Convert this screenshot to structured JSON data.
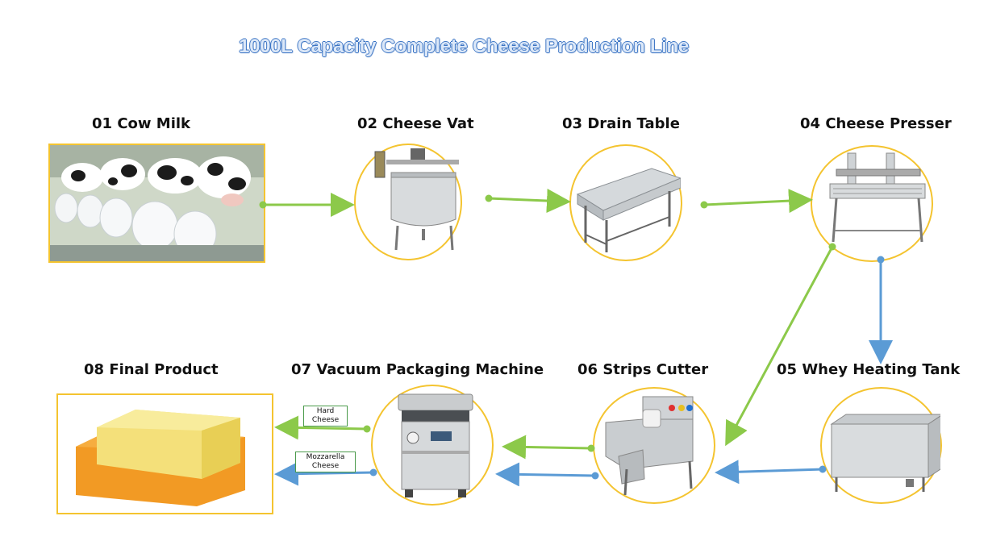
{
  "title": "1000L Capacity Complete Cheese Production Line",
  "steps": [
    {
      "label": "01 Cow Milk",
      "icon": "cow-milk-icon"
    },
    {
      "label": "02 Cheese Vat",
      "icon": "cheese-vat-icon"
    },
    {
      "label": "03 Drain Table",
      "icon": "drain-table-icon"
    },
    {
      "label": "04 Cheese Presser",
      "icon": "cheese-presser-icon"
    },
    {
      "label": "05 Whey Heating Tank",
      "icon": "whey-tank-icon"
    },
    {
      "label": "06 Strips Cutter",
      "icon": "strips-cutter-icon"
    },
    {
      "label": "07 Vacuum Packaging Machine",
      "icon": "vacuum-packer-icon"
    },
    {
      "label": "08 Final Product",
      "icon": "cheese-block-icon"
    }
  ],
  "outputs": {
    "hard": "Hard Cheese",
    "mozzarella": "Mozzarella Cheese"
  },
  "colors": {
    "frame": "#f4c430",
    "green_flow": "#8cc94a",
    "blue_flow": "#5b9bd5",
    "title_outline": "#3b74c4"
  }
}
